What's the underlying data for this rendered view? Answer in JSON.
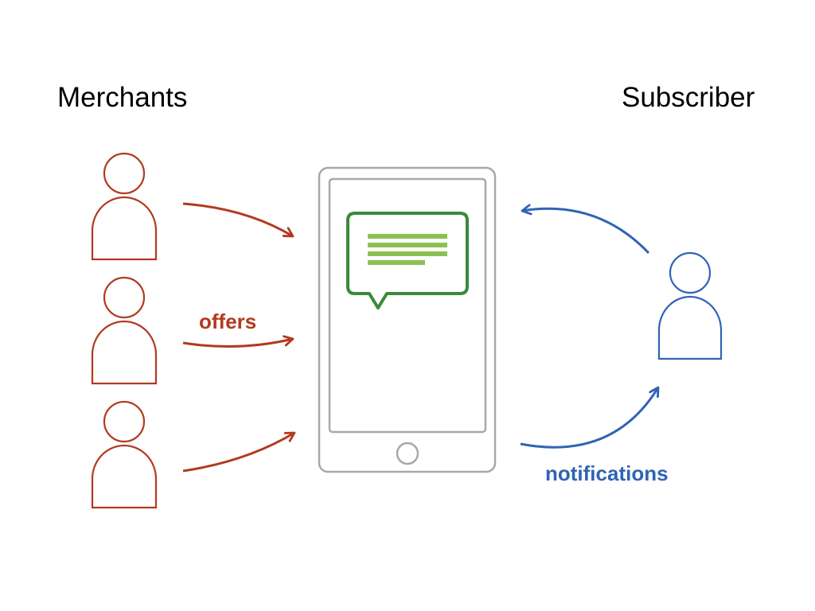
{
  "headings": {
    "merchants": "Merchants",
    "subscriber": "Subscriber"
  },
  "labels": {
    "offers": "offers",
    "notifications": "notifications"
  },
  "icons": {
    "merchant": "person-icon",
    "subscriber": "person-icon",
    "device": "smartphone-icon",
    "message": "speech-bubble-icon"
  },
  "colors": {
    "merchant": "#b23a1f",
    "subscriber": "#2f64b4",
    "device": "#a8a8a8",
    "bubble": "#3a8a3a",
    "bubble_lines": "#8cc152",
    "text": "#000000"
  }
}
